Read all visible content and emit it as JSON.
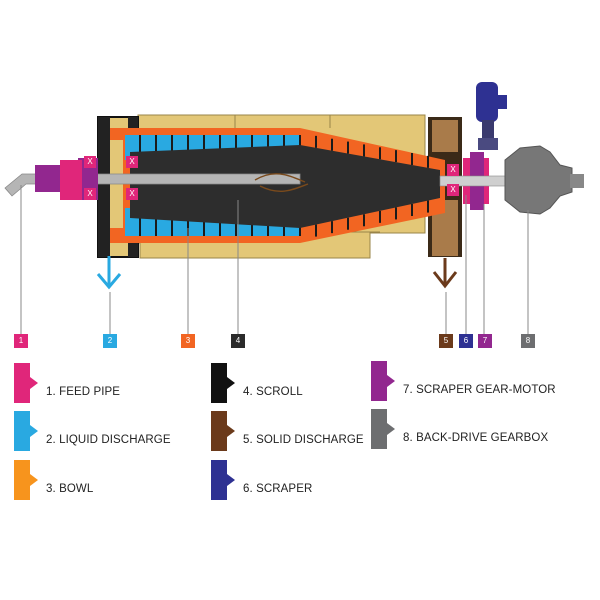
{
  "markers": [
    {
      "num": "1",
      "color": "#e0267a"
    },
    {
      "num": "2",
      "color": "#29a9e1"
    },
    {
      "num": "3",
      "color": "#f26522"
    },
    {
      "num": "4",
      "color": "#2b2b2b"
    },
    {
      "num": "5",
      "color": "#6b3a1b"
    },
    {
      "num": "6",
      "color": "#2e3192"
    },
    {
      "num": "7",
      "color": "#92278f"
    },
    {
      "num": "8",
      "color": "#6d6e70"
    }
  ],
  "legend": [
    {
      "label": "1. FEED PIPE",
      "color": "#e0267a"
    },
    {
      "label": "2.  LIQUID DISCHARGE",
      "color": "#29a9e1"
    },
    {
      "label": "3. BOWL",
      "color": "#f7941d"
    },
    {
      "label": "4. SCROLL",
      "color": "#111111"
    },
    {
      "label": "5. SOLID DISCHARGE",
      "color": "#6b3a1b"
    },
    {
      "label": "6. SCRAPER",
      "color": "#2e3192"
    },
    {
      "label": "7. SCRAPER GEAR-MOTOR",
      "color": "#92278f"
    },
    {
      "label": "8. BACK-DRIVE GEARBOX",
      "color": "#6d6e70"
    }
  ],
  "bearing_marks": [
    "X",
    "X",
    "X",
    "X",
    "X",
    "X"
  ]
}
